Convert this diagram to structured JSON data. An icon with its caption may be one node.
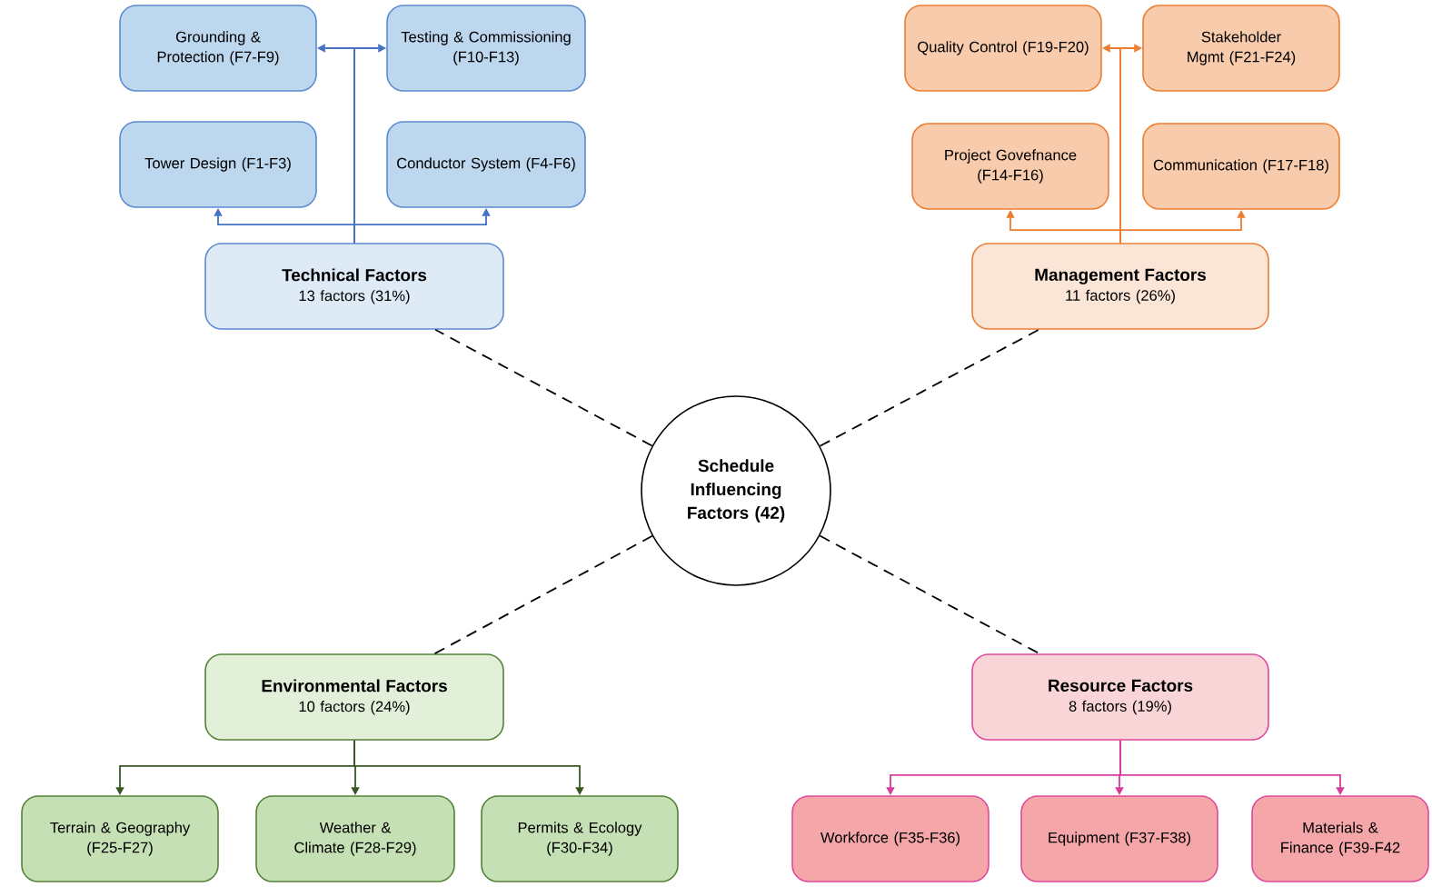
{
  "diagram": {
    "nodes": [
      {
        "text": [
          "Schedule Influencing Factors (42)"
        ]
      },
      {
        "text": [
          "Technical Factors",
          "13 factors (31%)"
        ]
      },
      {
        "text": [
          "Grounding & Protection (F7-F9)"
        ]
      },
      {
        "text": [
          "Testing & Commissioning (F10-F13)"
        ]
      },
      {
        "text": [
          "Tower Design (F1-F3)"
        ]
      },
      {
        "text": [
          "Conductor System (F4-F6)"
        ]
      },
      {
        "text": [
          "Management Factors",
          "11 factors (26%)"
        ]
      },
      {
        "text": [
          "Quality Control (F19-F20)"
        ]
      },
      {
        "text": [
          "Stakeholder Mgmt (F21-F24)"
        ]
      },
      {
        "text": [
          "Project Govefnance (F14-F16)"
        ]
      },
      {
        "text": [
          "Communication (F17-F18)"
        ]
      },
      {
        "text": [
          "Environmental Factors",
          "10 factors (24%)"
        ]
      },
      {
        "text": [
          "Terrain & Geography (F25-F27)"
        ]
      },
      {
        "text": [
          "Weather & Climate (F28-F29)"
        ]
      },
      {
        "text": [
          "Permits & Ecology (F30-F34)"
        ]
      },
      {
        "text": [
          "Resource Factors",
          "8 factors (19%)"
        ]
      },
      {
        "text": [
          "Workforce (F35-F36)"
        ]
      },
      {
        "text": [
          "Equipment (F37-F38)"
        ]
      },
      {
        "text": [
          "Materials & Finance (F39-F42"
        ]
      }
    ],
    "edges": [
      {
        "from": 0,
        "to": 1,
        "arrow": "none",
        "style": "dashed"
      },
      {
        "from": 0,
        "to": 6,
        "arrow": "none",
        "style": "dashed"
      },
      {
        "from": 0,
        "to": 11,
        "arrow": "none",
        "style": "dashed"
      },
      {
        "from": 0,
        "to": 15,
        "arrow": "none",
        "style": "dashed"
      },
      {
        "from": 1,
        "to": 2,
        "arrow": "to",
        "color": "#4472c4"
      },
      {
        "from": 1,
        "to": 3,
        "arrow": "to",
        "color": "#4472c4"
      },
      {
        "from": 1,
        "to": 4,
        "arrow": "to",
        "color": "#4472c4"
      },
      {
        "from": 1,
        "to": 5,
        "arrow": "to",
        "color": "#4472c4"
      },
      {
        "from": 6,
        "to": 7,
        "arrow": "to",
        "color": "#ed7d31"
      },
      {
        "from": 6,
        "to": 8,
        "arrow": "to",
        "color": "#ed7d31"
      },
      {
        "from": 6,
        "to": 9,
        "arrow": "to",
        "color": "#ed7d31"
      },
      {
        "from": 6,
        "to": 10,
        "arrow": "to",
        "color": "#ed7d31"
      },
      {
        "from": 11,
        "to": 12,
        "arrow": "to",
        "color": "#385723"
      },
      {
        "from": 11,
        "to": 13,
        "arrow": "to",
        "color": "#385723"
      },
      {
        "from": 11,
        "to": 14,
        "arrow": "to",
        "color": "#385723"
      },
      {
        "from": 15,
        "to": 16,
        "arrow": "to",
        "color": "#d63c9c"
      },
      {
        "from": 15,
        "to": 17,
        "arrow": "to",
        "color": "#d63c9c"
      },
      {
        "from": 15,
        "to": 18,
        "arrow": "to",
        "color": "#d63c9c"
      }
    ]
  }
}
